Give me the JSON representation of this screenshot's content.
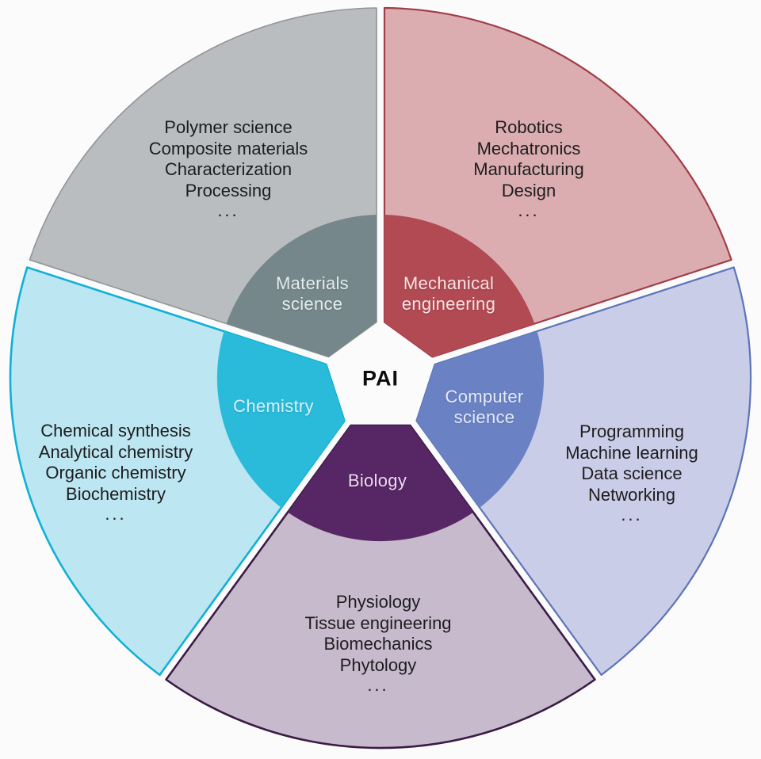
{
  "center": {
    "label": "PAI"
  },
  "sectors": [
    {
      "id": "mechanical-engineering",
      "label": "Mechanical engineering",
      "topics": [
        "Robotics",
        "Mechatronics",
        "Manufacturing",
        "Design",
        "..."
      ],
      "colors": {
        "inner": "#b14a52",
        "outer": "#dcadb0",
        "border": "#a03d46",
        "label": "#f8e4e6"
      }
    },
    {
      "id": "computer-science",
      "label": "Computer science",
      "topics": [
        "Programming",
        "Machine learning",
        "Data science",
        "Networking",
        "..."
      ],
      "colors": {
        "inner": "#6a82c4",
        "outer": "#c9cde8",
        "border": "#5c74b8",
        "label": "#e3eaf9"
      }
    },
    {
      "id": "biology",
      "label": "Biology",
      "topics": [
        "Physiology",
        "Tissue engineering",
        "Biomechanics",
        "Phytology",
        "..."
      ],
      "colors": {
        "inner": "#572664",
        "outer": "#c8bacd",
        "border": "#3a1b45",
        "label": "#eedaf0"
      }
    },
    {
      "id": "chemistry",
      "label": "Chemistry",
      "topics": [
        "Chemical synthesis",
        "Analytical chemistry",
        "Organic chemistry",
        "Biochemistry",
        "..."
      ],
      "colors": {
        "inner": "#2abbda",
        "outer": "#bce6f1",
        "border": "#10b0d6",
        "label": "#d8f2f9"
      }
    },
    {
      "id": "materials-science",
      "label": "Materials science",
      "topics": [
        "Polymer science",
        "Composite materials",
        "Characterization",
        "Processing",
        "..."
      ],
      "colors": {
        "inner": "#75878a",
        "outer": "#babdbf",
        "border": "#8f9598",
        "label": "#e4edef"
      }
    }
  ]
}
